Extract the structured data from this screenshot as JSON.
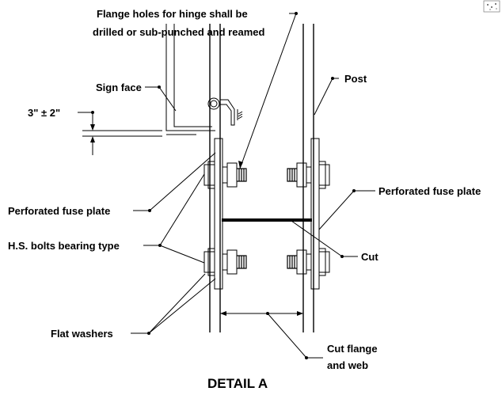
{
  "title": "DETAIL A",
  "labels": {
    "flange_holes_line1": "Flange holes for hinge shall be",
    "flange_holes_line2": "drilled or sub-punched and reamed",
    "sign_face": "Sign face",
    "post": "Post",
    "clearance": "3\" ± 2\"",
    "fuse_plate_left": "Perforated fuse plate",
    "fuse_plate_right": "Perforated fuse plate",
    "bolts": "H.S. bolts bearing type",
    "cut": "Cut",
    "washers": "Flat washers",
    "cut_flange_line1": "Cut flange",
    "cut_flange_line2": "and web"
  },
  "icons": [
    "corner-logo-icon"
  ]
}
